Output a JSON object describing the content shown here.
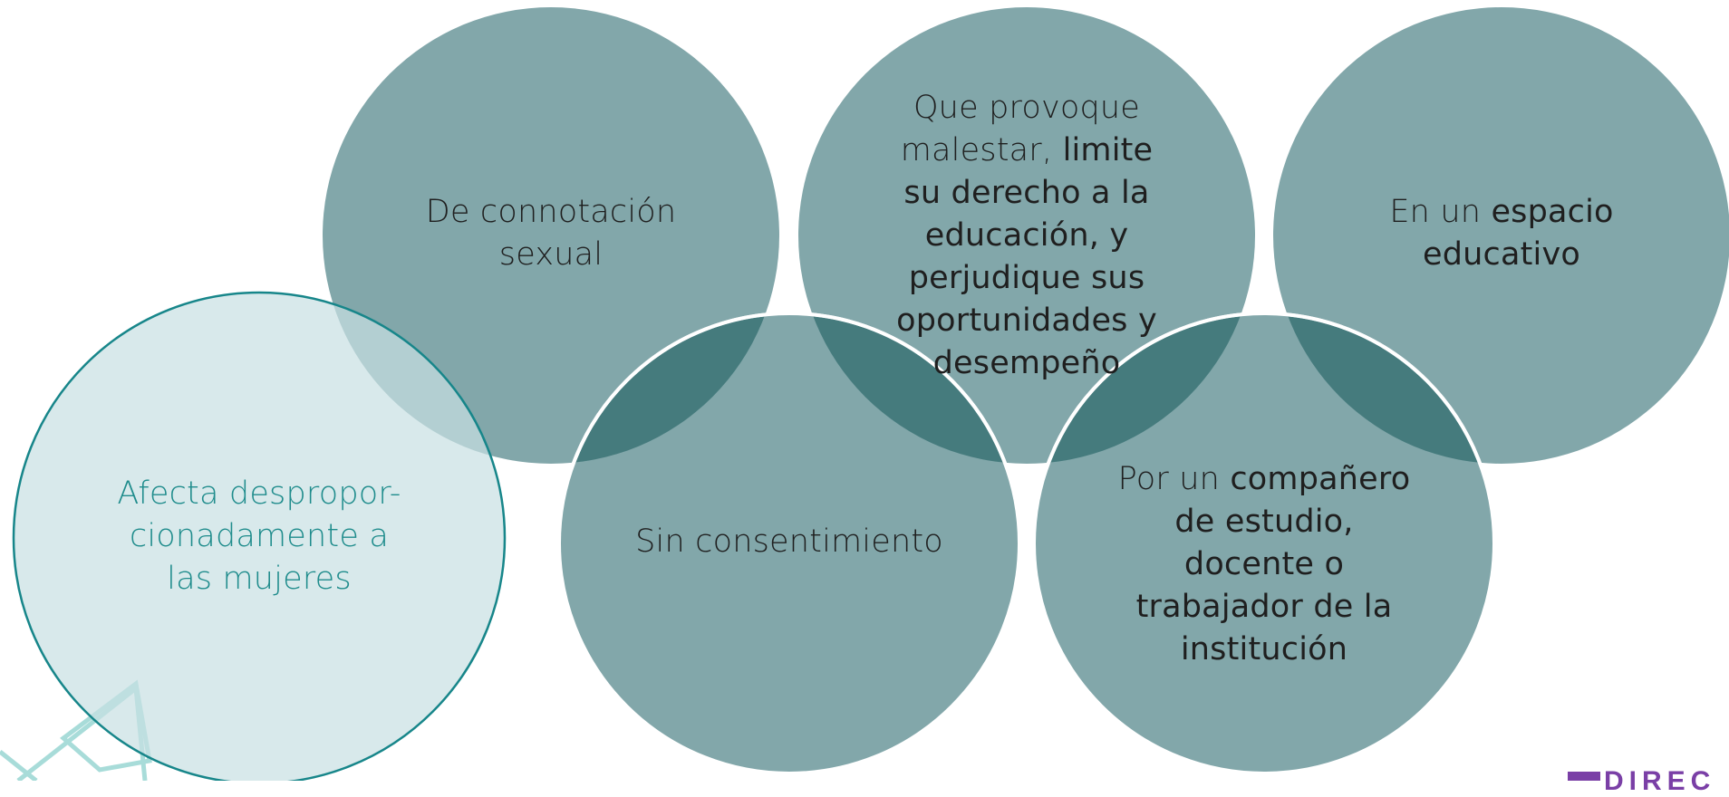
{
  "colors": {
    "circle_fill": "#82a7aa",
    "overlap_fill": "#457b7d",
    "left_circle_fill": "#d9eaed",
    "left_circle_stroke": "#17868a",
    "left_text": "#1f8c8c",
    "logo": "#7a3fa6",
    "deco_outline": "#a8dcd9"
  },
  "diagram": {
    "circles": [
      {
        "id": "connotacion",
        "parts": [
          {
            "t": "De connotación sexual",
            "b": false
          }
        ]
      },
      {
        "id": "malestar",
        "parts": [
          {
            "t": "Que provoque malestar, ",
            "b": false
          },
          {
            "t": "limite su derecho a la educación, y perjudique sus oportunidades y desempeño",
            "b": true
          }
        ]
      },
      {
        "id": "espacio",
        "parts": [
          {
            "t": "En un ",
            "b": false
          },
          {
            "t": "espacio educativo",
            "b": true
          }
        ]
      },
      {
        "id": "consentimiento",
        "parts": [
          {
            "t": "Sin consentimiento",
            "b": false
          }
        ]
      },
      {
        "id": "companero",
        "parts": [
          {
            "t": "Por un ",
            "b": false
          },
          {
            "t": "compañero de estudio, docente o trabajador de la institución",
            "b": true
          }
        ]
      },
      {
        "id": "mujeres",
        "parts": [
          {
            "t": "Afecta despropor-cionadamente a las mujeres",
            "b": false
          }
        ]
      }
    ]
  },
  "logo": {
    "text": "DIREC"
  },
  "icons": {
    "decor": "diamond-outline-icon"
  }
}
